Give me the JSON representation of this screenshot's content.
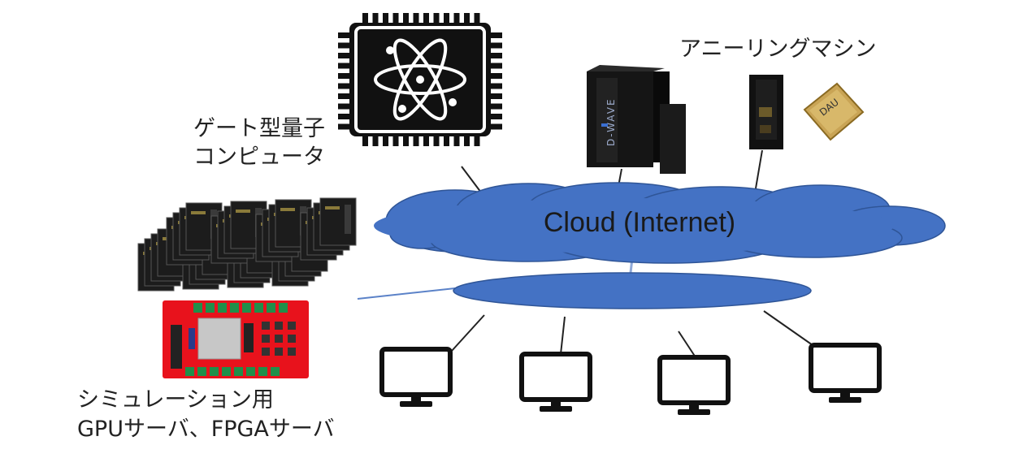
{
  "labels": {
    "gate_quantum_line1": "ゲート型量子",
    "gate_quantum_line2": "コンピュータ",
    "annealing": "アニーリングマシン",
    "cloud": "Cloud (Internet)",
    "simulation_line1": "シミュレーション用",
    "simulation_line2": "GPUサーバ、FPGAサーバ",
    "dau_chip": "DAU",
    "dwave_tower": "D-WAVE"
  },
  "colors": {
    "cloud_fill": "#4472c4",
    "cloud_edge": "#2f5597",
    "line": "#222222",
    "fpga_board": "#e8121c",
    "chip": "#111111"
  },
  "icons": {
    "quantum_chip": "atom-chip-icon",
    "monitor": "monitor-icon",
    "gpu_server": "gpu-card-icon"
  },
  "monitor_count": 4
}
